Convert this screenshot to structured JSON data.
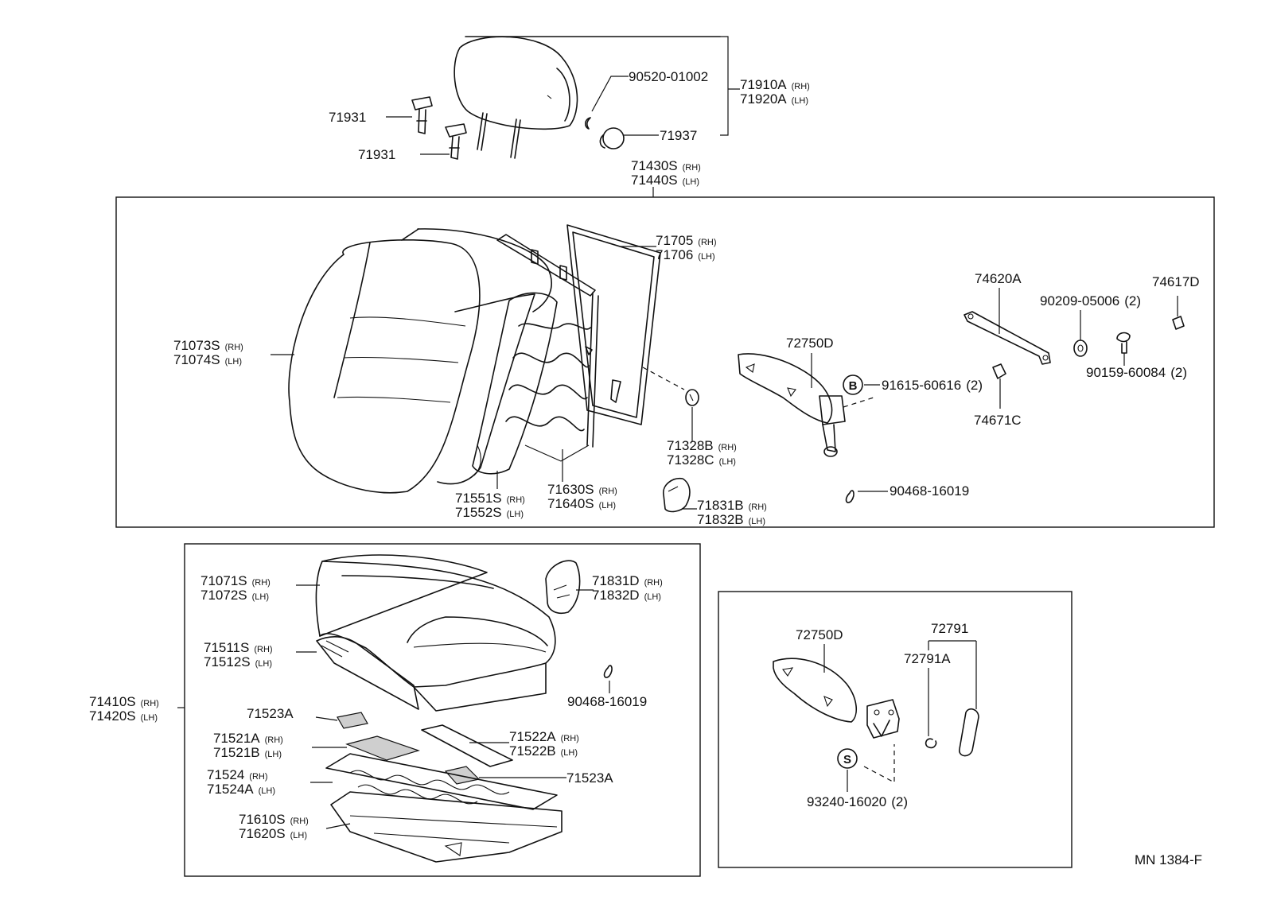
{
  "drawing_code": "MN 1384-F",
  "callouts": {
    "headrest_assy": {
      "lines": [
        {
          "num": "71910A",
          "sfx": "(RH)"
        },
        {
          "num": "71920A",
          "sfx": "(LH)"
        }
      ]
    },
    "clip_90520": {
      "lines": [
        {
          "num": "90520-01002",
          "sfx": ""
        }
      ]
    },
    "support_a": {
      "lines": [
        {
          "num": "71931",
          "sfx": ""
        }
      ]
    },
    "support_b": {
      "lines": [
        {
          "num": "71931",
          "sfx": ""
        }
      ]
    },
    "knob_71937": {
      "lines": [
        {
          "num": "71937",
          "sfx": ""
        }
      ]
    },
    "back_assy": {
      "lines": [
        {
          "num": "71430S",
          "sfx": "(RH)"
        },
        {
          "num": "71440S",
          "sfx": "(LH)"
        }
      ]
    },
    "back_cover": {
      "lines": [
        {
          "num": "71073S",
          "sfx": "(RH)"
        },
        {
          "num": "71074S",
          "sfx": "(LH)"
        }
      ]
    },
    "back_panel": {
      "lines": [
        {
          "num": "71705",
          "sfx": "(RH)"
        },
        {
          "num": "71706",
          "sfx": "(LH)"
        }
      ]
    },
    "back_pad": {
      "lines": [
        {
          "num": "71551S",
          "sfx": "(RH)"
        },
        {
          "num": "71552S",
          "sfx": "(LH)"
        }
      ]
    },
    "back_frame": {
      "lines": [
        {
          "num": "71630S",
          "sfx": "(RH)"
        },
        {
          "num": "71640S",
          "sfx": "(LH)"
        }
      ]
    },
    "button": {
      "lines": [
        {
          "num": "71328B",
          "sfx": "(RH)"
        },
        {
          "num": "71328C",
          "sfx": "(LH)"
        }
      ]
    },
    "shield_upper": {
      "lines": [
        {
          "num": "71831B",
          "sfx": "(RH)"
        },
        {
          "num": "71832B",
          "sfx": "(LH)"
        }
      ]
    },
    "hog_ring_a": {
      "lines": [
        {
          "num": "90468-16019",
          "sfx": ""
        }
      ]
    },
    "recliner_a": {
      "lines": [
        {
          "num": "72750D",
          "sfx": ""
        }
      ]
    },
    "bolt_b": {
      "lines": [
        {
          "num": "91615-60616",
          "sfx": "(2)"
        }
      ]
    },
    "bracket_74620A": {
      "lines": [
        {
          "num": "74620A",
          "sfx": ""
        }
      ]
    },
    "washer_90209": {
      "lines": [
        {
          "num": "90209-05006",
          "sfx": "(2)"
        }
      ]
    },
    "cap_74617D": {
      "lines": [
        {
          "num": "74617D",
          "sfx": ""
        }
      ]
    },
    "screw_90159": {
      "lines": [
        {
          "num": "90159-60084",
          "sfx": "(2)"
        }
      ]
    },
    "clip_74671C": {
      "lines": [
        {
          "num": "74671C",
          "sfx": ""
        }
      ]
    },
    "cushion_cover": {
      "lines": [
        {
          "num": "71071S",
          "sfx": "(RH)"
        },
        {
          "num": "71072S",
          "sfx": "(LH)"
        }
      ]
    },
    "shield_lower": {
      "lines": [
        {
          "num": "71831D",
          "sfx": "(RH)"
        },
        {
          "num": "71832D",
          "sfx": "(LH)"
        }
      ]
    },
    "cushion_pad": {
      "lines": [
        {
          "num": "71511S",
          "sfx": "(RH)"
        },
        {
          "num": "71512S",
          "sfx": "(LH)"
        }
      ]
    },
    "cushion_assy": {
      "lines": [
        {
          "num": "71410S",
          "sfx": "(RH)"
        },
        {
          "num": "71420S",
          "sfx": "(LH)"
        }
      ]
    },
    "hog_ring_b": {
      "lines": [
        {
          "num": "90468-16019",
          "sfx": ""
        }
      ]
    },
    "pad_71523A_a": {
      "lines": [
        {
          "num": "71523A",
          "sfx": ""
        }
      ]
    },
    "pad_71523A_b": {
      "lines": [
        {
          "num": "71523A",
          "sfx": ""
        }
      ]
    },
    "pad_71521": {
      "lines": [
        {
          "num": "71521A",
          "sfx": "(RH)"
        },
        {
          "num": "71521B",
          "sfx": "(LH)"
        }
      ]
    },
    "pad_71522": {
      "lines": [
        {
          "num": "71522A",
          "sfx": "(RH)"
        },
        {
          "num": "71522B",
          "sfx": "(LH)"
        }
      ]
    },
    "spring_71524": {
      "lines": [
        {
          "num": "71524",
          "sfx": "(RH)"
        },
        {
          "num": "71524A",
          "sfx": "(LH)"
        }
      ]
    },
    "cushion_frame": {
      "lines": [
        {
          "num": "71610S",
          "sfx": "(RH)"
        },
        {
          "num": "71620S",
          "sfx": "(LH)"
        }
      ]
    },
    "recliner_b": {
      "lines": [
        {
          "num": "72750D",
          "sfx": ""
        }
      ]
    },
    "knob_72791": {
      "lines": [
        {
          "num": "72791",
          "sfx": ""
        }
      ]
    },
    "knob_72791A": {
      "lines": [
        {
          "num": "72791A",
          "sfx": ""
        }
      ]
    },
    "bolt_s": {
      "lines": [
        {
          "num": "93240-16020",
          "sfx": "(2)"
        }
      ]
    }
  },
  "markers": {
    "b": "B",
    "s": "S"
  }
}
